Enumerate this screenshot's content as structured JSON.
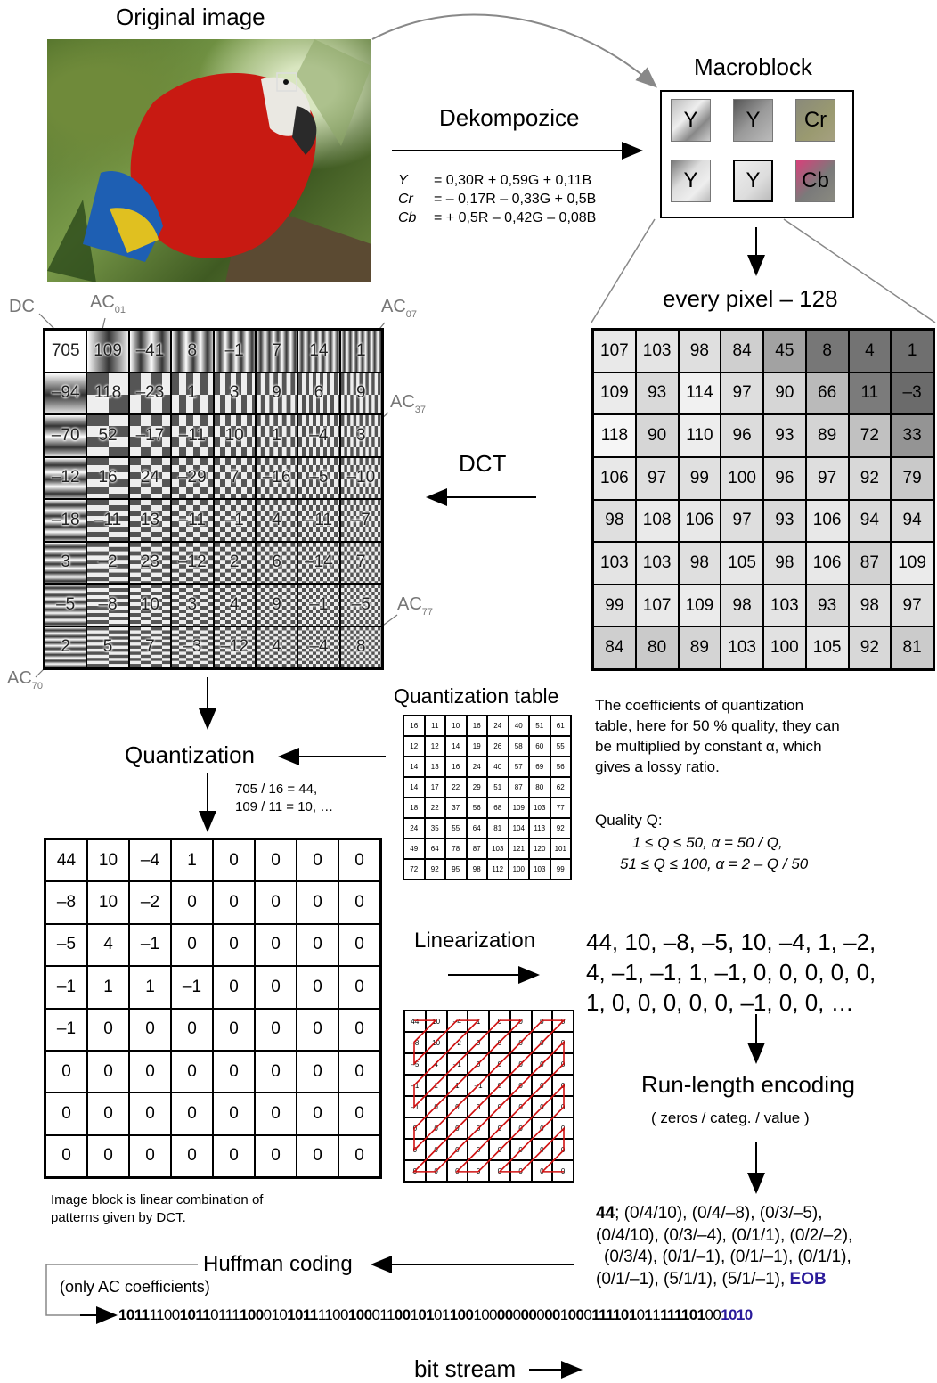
{
  "labels": {
    "original_image": "Original image",
    "macroblock": "Macroblock",
    "dekompozice": "Dekompozice",
    "every_pixel": "every pixel – 128",
    "dct": "DCT",
    "quantization": "Quantization",
    "quant_table": "Quantization table",
    "quant_example_1": "705 / 16 = 44,",
    "quant_example_2": "109 / 11 = 10, …",
    "linearization": "Linearization",
    "rle": "Run-length encoding",
    "rle_sub": "( zeros / categ. / value )",
    "huffman": "Huffman coding",
    "only_ac": "(only AC coefficients)",
    "bit_stream": "bit stream",
    "image_block_note_1": "Image block is linear combination of",
    "image_block_note_2": "patterns given by  DCT.",
    "coeff_note_1": "The coefficients of quantization",
    "coeff_note_2": "table, here for 50 % quality, they can",
    "coeff_note_3": "be multiplied by constant α, which",
    "coeff_note_4": "gives a lossy ratio.",
    "quality_title": "Quality Q:",
    "quality_1": "1 ≤ Q ≤ 50, α = 50 / Q,",
    "quality_2": "51 ≤ Q ≤ 100, α = 2 – Q / 50"
  },
  "equations": [
    {
      "lhs": "Y",
      "rhs": "= 0,30R + 0,59G + 0,11B"
    },
    {
      "lhs": "Cr",
      "rhs": "= – 0,17R – 0,33G + 0,5B"
    },
    {
      "lhs": "Cb",
      "rhs": "= + 0,5R – 0,42G – 0,08B"
    }
  ],
  "macroblock_cells": [
    "Y",
    "Y",
    "Cr",
    "Y",
    "Y",
    "Cb"
  ],
  "dct_labels": {
    "dc": "DC",
    "ac01": "AC",
    "ac01_sub": "01",
    "ac07": "AC",
    "ac07_sub": "07",
    "ac37": "AC",
    "ac37_sub": "37",
    "ac77": "AC",
    "ac77_sub": "77",
    "ac70": "AC",
    "ac70_sub": "70"
  },
  "pixel_matrix": [
    [
      "107",
      "103",
      "98",
      "84",
      "45",
      "8",
      "4",
      "1"
    ],
    [
      "109",
      "93",
      "114",
      "97",
      "90",
      "66",
      "11",
      "–3"
    ],
    [
      "118",
      "90",
      "110",
      "96",
      "93",
      "89",
      "72",
      "33"
    ],
    [
      "106",
      "97",
      "99",
      "100",
      "96",
      "97",
      "92",
      "79"
    ],
    [
      "98",
      "108",
      "106",
      "97",
      "93",
      "106",
      "94",
      "94"
    ],
    [
      "103",
      "103",
      "98",
      "105",
      "98",
      "106",
      "87",
      "109"
    ],
    [
      "99",
      "107",
      "109",
      "98",
      "103",
      "93",
      "98",
      "97"
    ],
    [
      "84",
      "80",
      "89",
      "103",
      "100",
      "105",
      "92",
      "81"
    ]
  ],
  "dct_matrix": [
    [
      "705",
      "109",
      "–41",
      "8",
      "–1",
      "7",
      "14",
      "1"
    ],
    [
      "–94",
      "118",
      "–23",
      "1",
      "3",
      "9",
      "6",
      "9"
    ],
    [
      "–70",
      "52",
      "–17",
      "–11",
      "10",
      "1",
      "–4",
      "3"
    ],
    [
      "–12",
      "16",
      "24",
      "–29",
      "7",
      "–16",
      "–5",
      "–10"
    ],
    [
      "–18",
      "–11",
      "13",
      "–11",
      "–1",
      "4",
      "–11",
      "–7"
    ],
    [
      "3",
      "–2",
      "23",
      "–12",
      "2",
      "6",
      "–14",
      "7"
    ],
    [
      "–5",
      "–8",
      "10",
      "3",
      "4",
      "9",
      "–1",
      "–5"
    ],
    [
      "2",
      "5",
      "7",
      "–3",
      "–12",
      "4",
      "–4",
      "8"
    ]
  ],
  "quant_table": [
    [
      "16",
      "11",
      "10",
      "16",
      "24",
      "40",
      "51",
      "61"
    ],
    [
      "12",
      "12",
      "14",
      "19",
      "26",
      "58",
      "60",
      "55"
    ],
    [
      "14",
      "13",
      "16",
      "24",
      "40",
      "57",
      "69",
      "56"
    ],
    [
      "14",
      "17",
      "22",
      "29",
      "51",
      "87",
      "80",
      "62"
    ],
    [
      "18",
      "22",
      "37",
      "56",
      "68",
      "109",
      "103",
      "77"
    ],
    [
      "24",
      "35",
      "55",
      "64",
      "81",
      "104",
      "113",
      "92"
    ],
    [
      "49",
      "64",
      "78",
      "87",
      "103",
      "121",
      "120",
      "101"
    ],
    [
      "72",
      "92",
      "95",
      "98",
      "112",
      "100",
      "103",
      "99"
    ]
  ],
  "quantized_matrix": [
    [
      "44",
      "10",
      "–4",
      "1",
      "0",
      "0",
      "0",
      "0"
    ],
    [
      "–8",
      "10",
      "–2",
      "0",
      "0",
      "0",
      "0",
      "0"
    ],
    [
      "–5",
      "4",
      "–1",
      "0",
      "0",
      "0",
      "0",
      "0"
    ],
    [
      "–1",
      "1",
      "1",
      "–1",
      "0",
      "0",
      "0",
      "0"
    ],
    [
      "–1",
      "0",
      "0",
      "0",
      "0",
      "0",
      "0",
      "0"
    ],
    [
      "0",
      "0",
      "0",
      "0",
      "0",
      "0",
      "0",
      "0"
    ],
    [
      "0",
      "0",
      "0",
      "0",
      "0",
      "0",
      "0",
      "0"
    ],
    [
      "0",
      "0",
      "0",
      "0",
      "0",
      "0",
      "0",
      "0"
    ]
  ],
  "linear_sequence": [
    "44, 10, –8, –5, 10, –4, 1, –2,",
    "4, –1, –1, 1, –1, 0, 0, 0, 0, 0,",
    "1, 0, 0, 0, 0, 0, –1, 0, 0, …"
  ],
  "rle_lines": {
    "first_bold": "44",
    "line1_rest": "; (0/4/10), (0/4/–8), (0/3/–5),",
    "line2": "(0/4/10), (0/3/–4), (0/1/1), (0/2/–2),",
    "line3": "(0/3/4), (0/1/–1), (0/1/–1), (0/1/1),",
    "line4": "(0/1/–1), (5/1/1), (5/1/–1), ",
    "eob": "EOB"
  },
  "bitstream": [
    {
      "b": true,
      "t": "1011"
    },
    {
      "b": false,
      "t": "1100"
    },
    {
      "b": true,
      "t": "1011"
    },
    {
      "b": false,
      "t": "0111"
    },
    {
      "b": true,
      "t": "100"
    },
    {
      "b": false,
      "t": "010"
    },
    {
      "b": true,
      "t": "1011"
    },
    {
      "b": false,
      "t": "1100"
    },
    {
      "b": true,
      "t": "100"
    },
    {
      "b": false,
      "t": "011"
    },
    {
      "b": true,
      "t": "00"
    },
    {
      "b": false,
      "t": "1"
    },
    {
      "b": true,
      "t": "01"
    },
    {
      "b": false,
      "t": "01"
    },
    {
      "b": true,
      "t": "100"
    },
    {
      "b": false,
      "t": "100"
    },
    {
      "b": true,
      "t": "00"
    },
    {
      "b": false,
      "t": "0"
    },
    {
      "b": true,
      "t": "00"
    },
    {
      "b": false,
      "t": "0"
    },
    {
      "b": true,
      "t": "00"
    },
    {
      "b": false,
      "t": "1"
    },
    {
      "b": true,
      "t": "00"
    },
    {
      "b": false,
      "t": "0"
    },
    {
      "b": true,
      "t": "111101"
    },
    {
      "b": false,
      "t": "0"
    },
    {
      "b": true,
      "t": "1"
    },
    {
      "b": false,
      "t": "1"
    },
    {
      "b": true,
      "t": "111101"
    },
    {
      "b": false,
      "t": "0"
    },
    {
      "b": false,
      "t": "0"
    },
    {
      "b": true,
      "t": "1010",
      "eob": true
    }
  ],
  "colors": {
    "eob": "#2a1a9a",
    "zigzag": "#d01010",
    "arrow": "#000000",
    "connector": "#888888"
  }
}
